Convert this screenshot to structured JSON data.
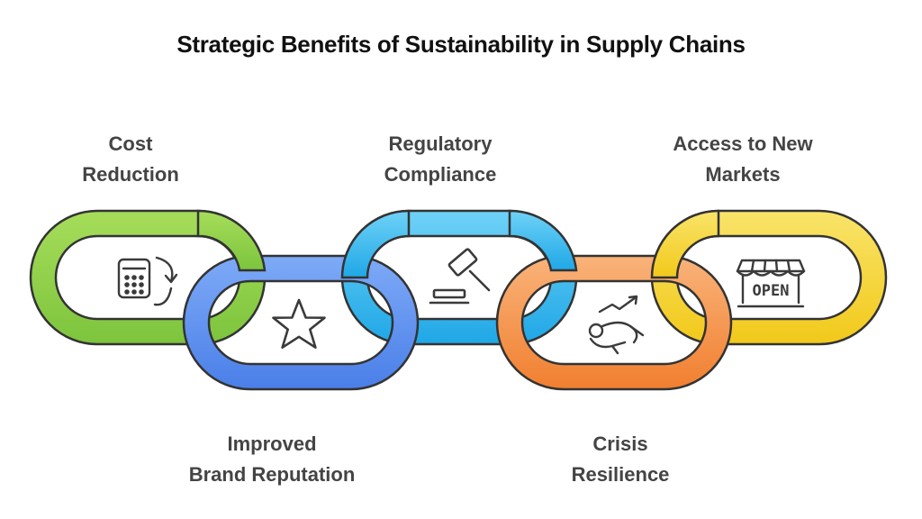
{
  "title": "Strategic Benefits of Sustainability in Supply Chains",
  "links": [
    {
      "lines": [
        "Cost",
        "Reduction"
      ],
      "icon": "calculator-icon",
      "color": "#8fcf4d"
    },
    {
      "lines": [
        "Improved",
        "Brand Reputation"
      ],
      "icon": "star-icon",
      "color": "#5b8ff0"
    },
    {
      "lines": [
        "Regulatory",
        "Compliance"
      ],
      "icon": "gavel-icon",
      "color": "#36b4ec"
    },
    {
      "lines": [
        "Crisis",
        "Resilience"
      ],
      "icon": "recovery-icon",
      "color": "#f7944a"
    },
    {
      "lines": [
        "Access to New",
        "Markets"
      ],
      "icon": "open-store-icon",
      "color": "#f6d63d"
    }
  ],
  "store_sign": "OPEN"
}
